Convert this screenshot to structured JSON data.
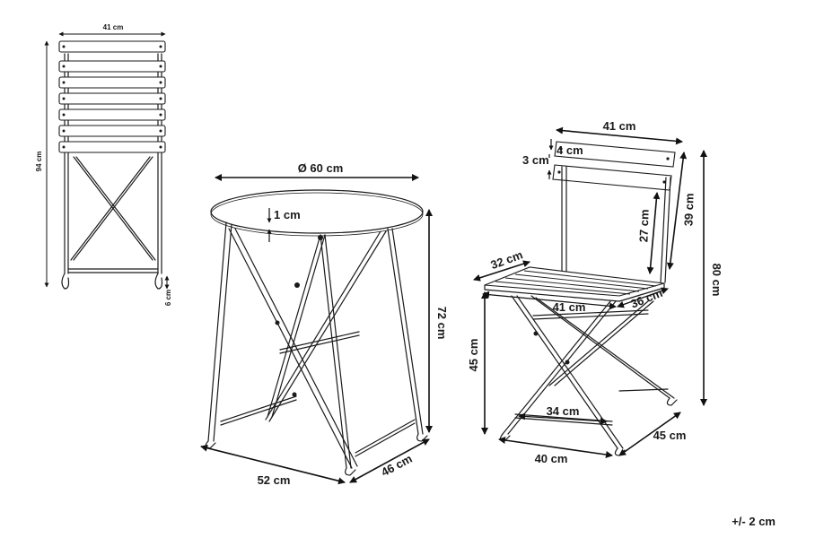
{
  "folded_chair": {
    "width_label": "41 cm",
    "height_label": "94 cm",
    "foot_label": "6 cm"
  },
  "table": {
    "diameter_label": "Ø 60 cm",
    "top_thickness_label": "1 cm",
    "height_label": "72 cm",
    "base_width_label": "52 cm",
    "base_depth_label": "46 cm"
  },
  "chair": {
    "back_width_label": "41 cm",
    "slat_gap_label": "4 cm",
    "slat_height_label": "3 cm",
    "backrest_height_label": "27 cm",
    "back_total_label": "39 cm",
    "seat_depth_label": "32 cm",
    "seat_width_label": "41 cm",
    "seat_side_label": "36 cm",
    "total_height_label": "80 cm",
    "seat_height_label": "45 cm",
    "leg_span_label": "34 cm",
    "base_width_label": "40 cm",
    "base_depth_label": "45 cm"
  },
  "tolerance_label": "+/- 2 cm"
}
